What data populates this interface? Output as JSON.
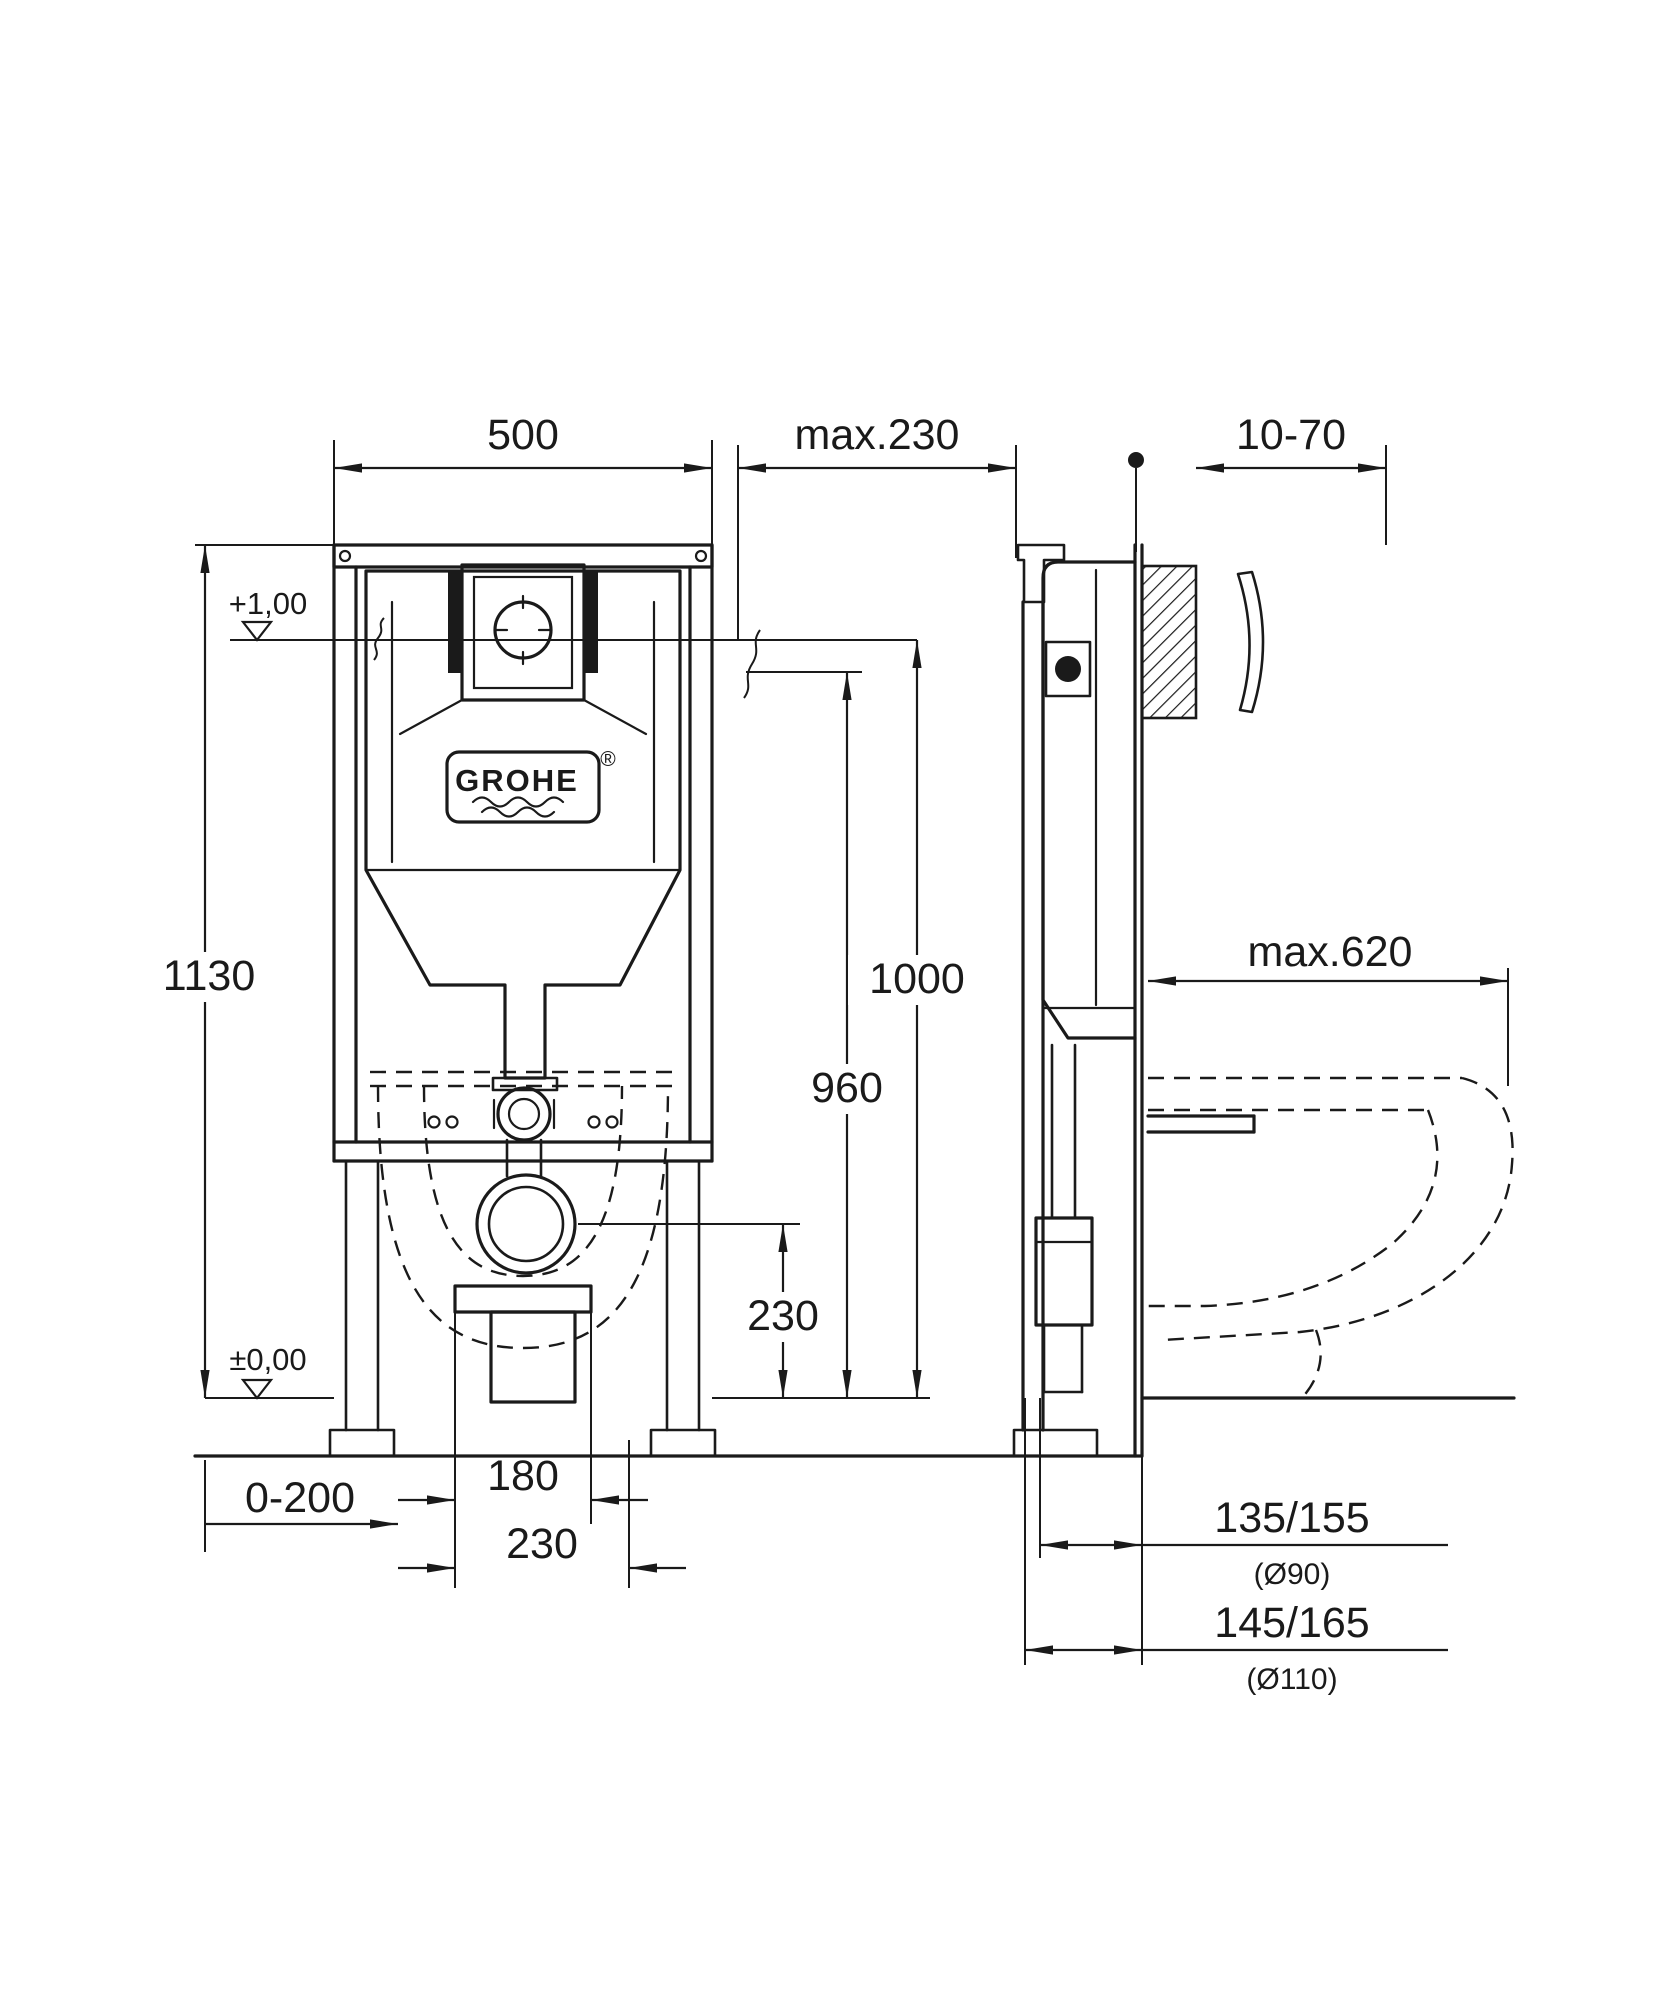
{
  "drawing": {
    "brand": "GROHE",
    "brand_registered": "®",
    "dims": {
      "frame_width": "500",
      "frame_height": "1130",
      "top_offset_max": "max.230",
      "plate_depth_range": "10-70",
      "level_upper": "+1,00",
      "level_zero": "±0,00",
      "height_flush_center": "1000",
      "height_960": "960",
      "outlet_height": "230",
      "bowl_depth_max": "max.620",
      "outlet_spacing": "180",
      "outlet_spacing_alt": "230",
      "foot_adjust_range": "0-200",
      "drain_offset_90": "135/155",
      "drain_dia_90": "(Ø90)",
      "drain_offset_110": "145/165",
      "drain_dia_110": "(Ø110)"
    }
  }
}
